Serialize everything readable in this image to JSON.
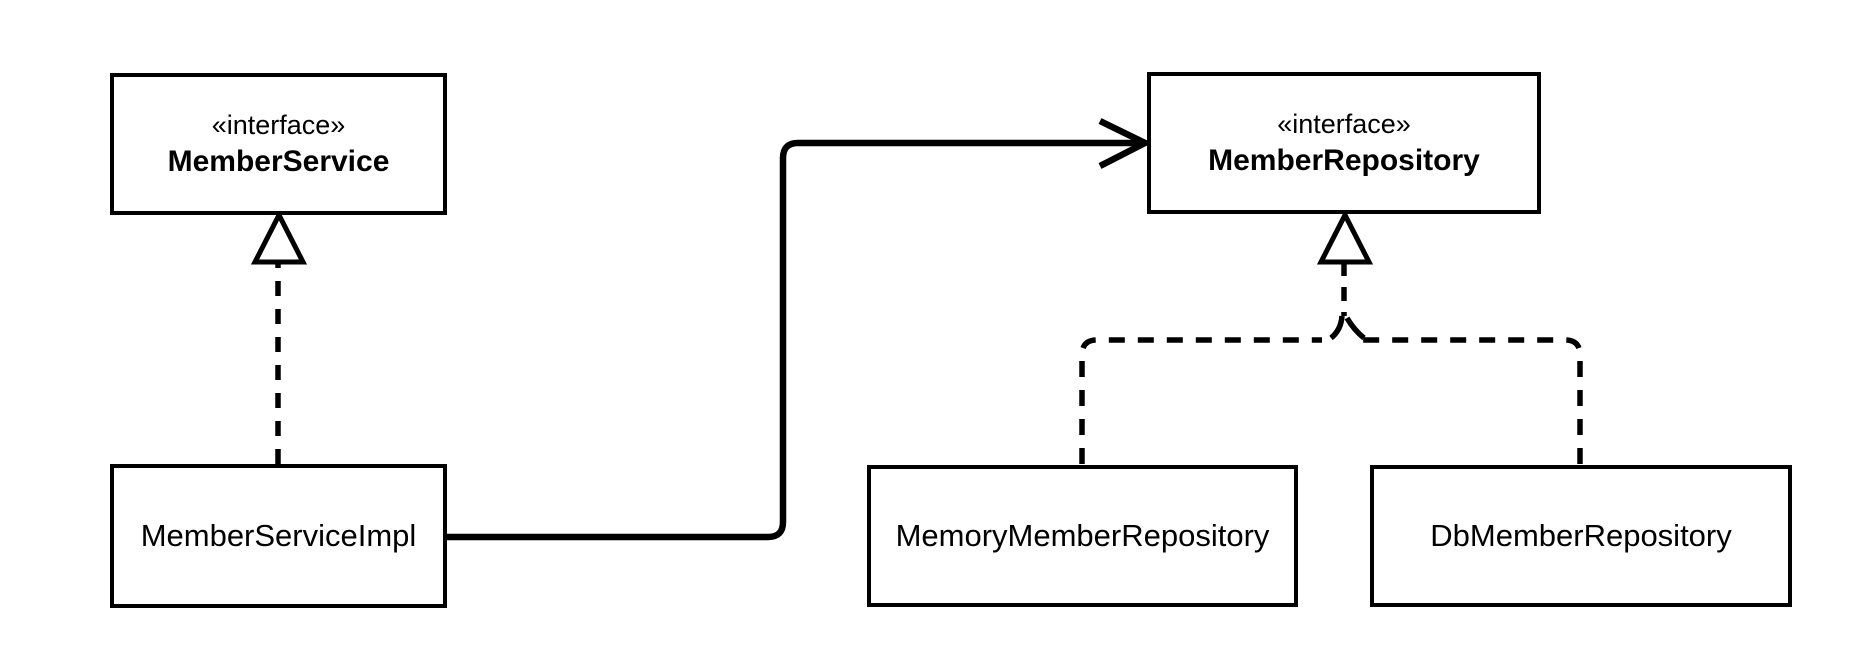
{
  "diagram": {
    "background_color": "#ffffff",
    "line_color": "#000000",
    "nodes": [
      {
        "stereotype": "«interface»",
        "name": "MemberService"
      },
      {
        "stereotype": "«interface»",
        "name": "MemberRepository"
      },
      {
        "name": "MemberServiceImpl"
      },
      {
        "name": "MemoryMemberRepository"
      },
      {
        "name": "DbMemberRepository"
      }
    ],
    "relations": [
      {
        "type": "realization",
        "from": "MemberServiceImpl",
        "to": "MemberService",
        "style": "dashed-line-hollow-triangle"
      },
      {
        "type": "dependency",
        "from": "MemberServiceImpl",
        "to": "MemberRepository",
        "style": "solid-line-open-arrow"
      },
      {
        "type": "realization",
        "from": "MemoryMemberRepository",
        "to": "MemberRepository",
        "style": "dashed-line-hollow-triangle"
      },
      {
        "type": "realization",
        "from": "DbMemberRepository",
        "to": "MemberRepository",
        "style": "dashed-line-hollow-triangle"
      }
    ]
  }
}
